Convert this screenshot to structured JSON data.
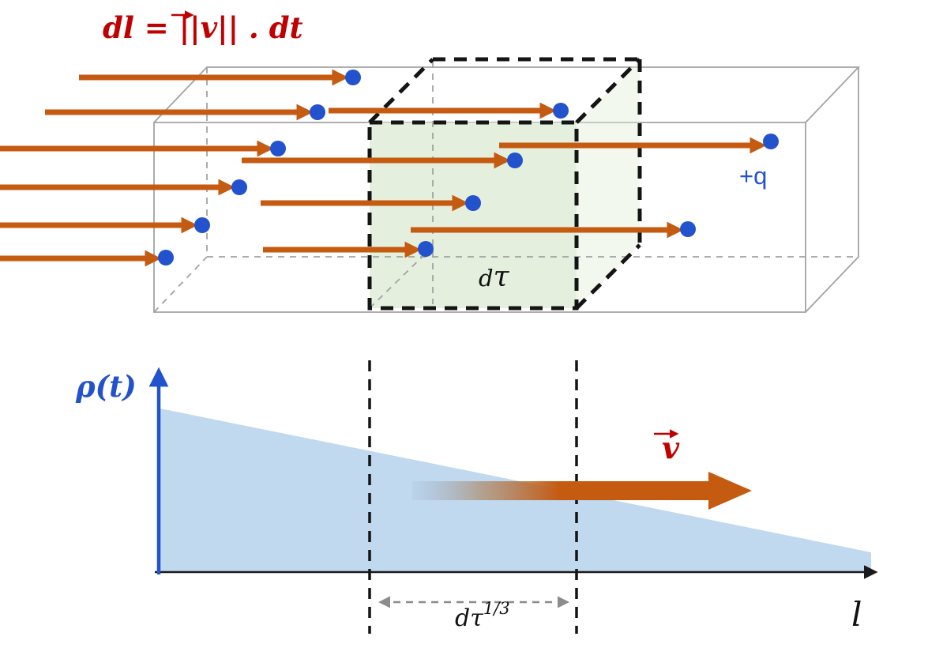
{
  "labels": {
    "formula_pre": "dl = ||",
    "formula_v": "v",
    "formula_post": "|| . dt",
    "charge": "+q",
    "volume_d": "d",
    "volume_tau": "τ",
    "density": "ρ(t)",
    "velocity": "v",
    "length_axis": "l",
    "measure_base": "dτ",
    "measure_sup": "1/3"
  },
  "colors": {
    "arrow": "#C55A11",
    "dot": "#2353CC",
    "formula-red": "#C00000",
    "label-blue": "#2353CC",
    "density-fill": "#BDD7EE",
    "cube-fill": "#E2EFDA",
    "edge-gray": "#A3A3A3",
    "axis-blue": "#2353CC"
  }
}
